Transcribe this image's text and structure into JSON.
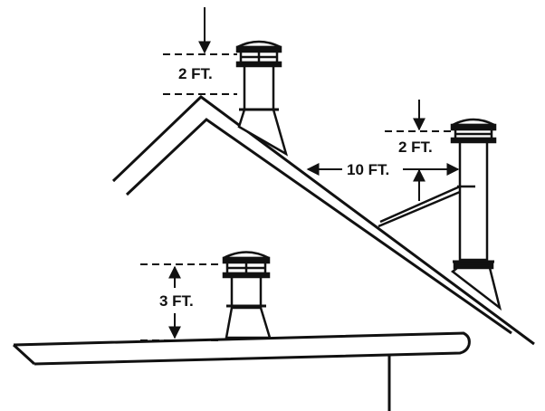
{
  "labels": {
    "top_clearance": "2 FT.",
    "side_clearance": "2 FT.",
    "horizontal_distance": "10 FT.",
    "low_roof_clearance": "3 FT."
  },
  "colors": {
    "ink": "#111111",
    "background": "#ffffff"
  }
}
